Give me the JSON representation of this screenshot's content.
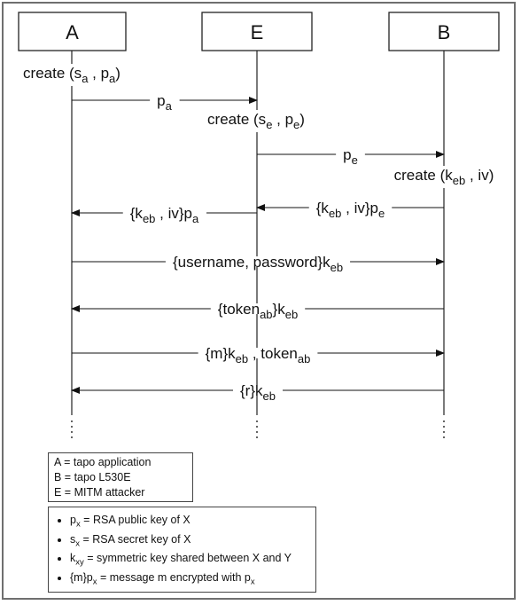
{
  "participants": [
    {
      "id": "A",
      "label": "A"
    },
    {
      "id": "E",
      "label": "E"
    },
    {
      "id": "B",
      "label": "B"
    }
  ],
  "steps": [
    {
      "kind": "note",
      "at": "A",
      "parts": [
        [
          "create (s",
          ""
        ],
        [
          "a",
          "sub"
        ],
        [
          " , p",
          ""
        ],
        [
          "a",
          "sub"
        ],
        [
          ")",
          ""
        ]
      ]
    },
    {
      "kind": "message",
      "from": "A",
      "to": "E",
      "parts": [
        [
          "p",
          ""
        ],
        [
          "a",
          "sub"
        ]
      ]
    },
    {
      "kind": "note",
      "at": "E",
      "parts": [
        [
          "create (s",
          ""
        ],
        [
          "e",
          "sub"
        ],
        [
          " , p",
          ""
        ],
        [
          "e",
          "sub"
        ],
        [
          ")",
          ""
        ]
      ]
    },
    {
      "kind": "message",
      "from": "E",
      "to": "B",
      "parts": [
        [
          "p",
          ""
        ],
        [
          "e",
          "sub"
        ]
      ]
    },
    {
      "kind": "note",
      "at": "B",
      "parts": [
        [
          "create (k",
          ""
        ],
        [
          "eb",
          "sub"
        ],
        [
          " , iv)",
          ""
        ]
      ]
    },
    {
      "kind": "message",
      "from": "B",
      "to": "E",
      "parts": [
        [
          "{k",
          ""
        ],
        [
          "eb",
          "sub"
        ],
        [
          " , iv}p",
          ""
        ],
        [
          "e",
          "sub"
        ]
      ]
    },
    {
      "kind": "message",
      "from": "E",
      "to": "A",
      "parts": [
        [
          "{k",
          ""
        ],
        [
          "eb",
          "sub"
        ],
        [
          " , iv}p",
          ""
        ],
        [
          "a",
          "sub"
        ]
      ]
    },
    {
      "kind": "message",
      "from": "A",
      "to": "B",
      "parts": [
        [
          "{username, password}k",
          ""
        ],
        [
          "eb",
          "sub"
        ]
      ]
    },
    {
      "kind": "message",
      "from": "B",
      "to": "A",
      "parts": [
        [
          "{token",
          ""
        ],
        [
          "ab",
          "sub"
        ],
        [
          "}k",
          ""
        ],
        [
          "eb",
          "sub"
        ]
      ]
    },
    {
      "kind": "message",
      "from": "A",
      "to": "B",
      "parts": [
        [
          "{m}k",
          ""
        ],
        [
          "eb",
          "sub"
        ],
        [
          " , token",
          ""
        ],
        [
          "ab",
          "sub"
        ]
      ]
    },
    {
      "kind": "message",
      "from": "B",
      "to": "A",
      "parts": [
        [
          "{r}k",
          ""
        ],
        [
          "eb",
          "sub"
        ]
      ]
    }
  ],
  "legend_participants": [
    "A = tapo application",
    "B = tapo L530E",
    "E = MITM attacker"
  ],
  "legend_notation": [
    [
      [
        "p",
        ""
      ],
      [
        "x",
        "sub"
      ],
      [
        " = RSA public key of X",
        ""
      ]
    ],
    [
      [
        "s",
        ""
      ],
      [
        "x",
        "sub"
      ],
      [
        " = RSA secret key of X",
        ""
      ]
    ],
    [
      [
        "k",
        ""
      ],
      [
        "xy",
        "sub"
      ],
      [
        " = symmetric key shared between X and Y",
        ""
      ]
    ],
    [
      [
        "{m}p",
        ""
      ],
      [
        "x",
        "sub"
      ],
      [
        " = message m encrypted with p",
        ""
      ],
      [
        "x",
        "sub"
      ]
    ]
  ]
}
